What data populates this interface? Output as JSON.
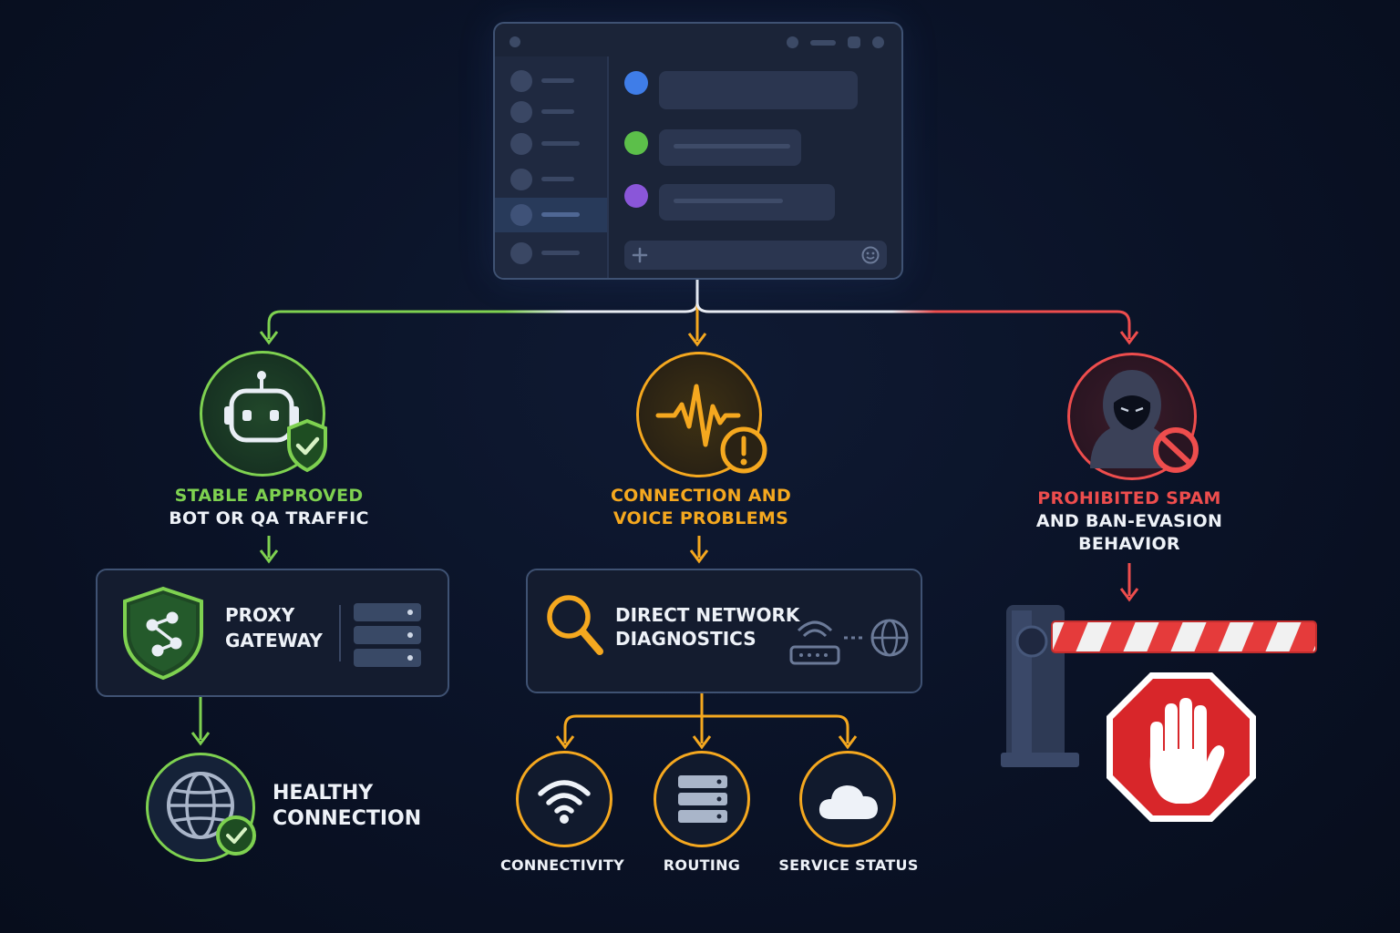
{
  "colors": {
    "green": "#7ed150",
    "amber": "#f5a81f",
    "red": "#ee4d4d",
    "panel_border": "#3f5273",
    "background": "#0a1226"
  },
  "chat_window": {
    "icon": "chat-app-window-icon",
    "message_avatar_colors": [
      "#3f7de8",
      "#5cbf4a",
      "#8a56d9"
    ]
  },
  "branches": {
    "approved": {
      "title_line1": "STABLE APPROVED",
      "title_line2": "BOT OR QA TRAFFIC",
      "icon": "robot-shield-icon",
      "gateway": {
        "line1": "PROXY",
        "line2": "GATEWAY",
        "icon": "shield-network-icon"
      },
      "result": {
        "line1": "HEALTHY",
        "line2": "CONNECTION",
        "icon": "globe-check-icon"
      }
    },
    "problems": {
      "title_line1": "CONNECTION AND",
      "title_line2": "VOICE PROBLEMS",
      "icon": "waveform-warning-icon",
      "diagnostics": {
        "line1": "DIRECT NETWORK",
        "line2": "DIAGNOSTICS",
        "icon": "magnifier-icon"
      },
      "checks": [
        {
          "label": "CONNECTIVITY",
          "icon": "wifi-icon"
        },
        {
          "label": "ROUTING",
          "icon": "server-stack-icon"
        },
        {
          "label": "SERVICE STATUS",
          "icon": "cloud-icon"
        }
      ]
    },
    "prohibited": {
      "title_line1": "PROHIBITED SPAM",
      "title_line2": "AND BAN-EVASION",
      "title_line3": "BEHAVIOR",
      "icon": "hooded-figure-blocked-icon",
      "outcome_icon": "barrier-stop-hand-icon"
    }
  }
}
